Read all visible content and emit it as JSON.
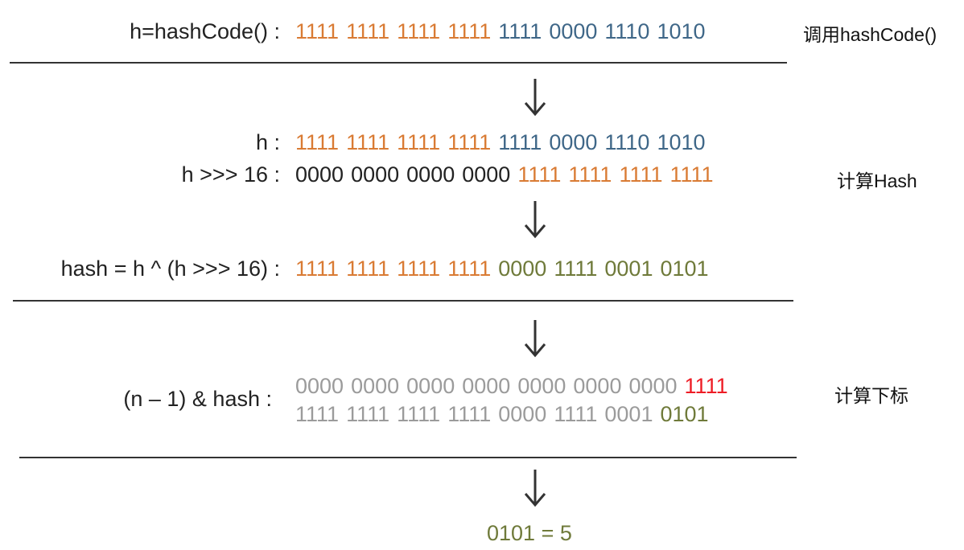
{
  "rows": {
    "hashcode": {
      "label": "h=hashCode() :",
      "groups": [
        {
          "text": "1111",
          "color": "orange"
        },
        {
          "text": "1111",
          "color": "orange"
        },
        {
          "text": "1111",
          "color": "orange"
        },
        {
          "text": "1111",
          "color": "orange"
        },
        {
          "text": "1111",
          "color": "blue"
        },
        {
          "text": "0000",
          "color": "blue"
        },
        {
          "text": "1110",
          "color": "blue"
        },
        {
          "text": "1010",
          "color": "blue"
        }
      ]
    },
    "h": {
      "label": "h :",
      "groups": [
        {
          "text": "1111",
          "color": "orange"
        },
        {
          "text": "1111",
          "color": "orange"
        },
        {
          "text": "1111",
          "color": "orange"
        },
        {
          "text": "1111",
          "color": "orange"
        },
        {
          "text": "1111",
          "color": "blue"
        },
        {
          "text": "0000",
          "color": "blue"
        },
        {
          "text": "1110",
          "color": "blue"
        },
        {
          "text": "1010",
          "color": "blue"
        }
      ]
    },
    "shift": {
      "label": "h >>> 16 :",
      "groups": [
        {
          "text": "0000",
          "color": "black"
        },
        {
          "text": "0000",
          "color": "black"
        },
        {
          "text": "0000",
          "color": "black"
        },
        {
          "text": "0000",
          "color": "black"
        },
        {
          "text": "1111",
          "color": "orange"
        },
        {
          "text": "1111",
          "color": "orange"
        },
        {
          "text": "1111",
          "color": "orange"
        },
        {
          "text": "1111",
          "color": "orange"
        }
      ]
    },
    "hash": {
      "label": "hash = h ^ (h >>> 16) :",
      "groups": [
        {
          "text": "1111",
          "color": "orange"
        },
        {
          "text": "1111",
          "color": "orange"
        },
        {
          "text": "1111",
          "color": "orange"
        },
        {
          "text": "1111",
          "color": "orange"
        },
        {
          "text": "0000",
          "color": "green"
        },
        {
          "text": "1111",
          "color": "green"
        },
        {
          "text": "0001",
          "color": "green"
        },
        {
          "text": "0101",
          "color": "green"
        }
      ]
    },
    "mask": {
      "label": "(n  –  1) & hash :",
      "groups": [
        {
          "text": "0000",
          "color": "gray"
        },
        {
          "text": "0000",
          "color": "gray"
        },
        {
          "text": "0000",
          "color": "gray"
        },
        {
          "text": "0000",
          "color": "gray"
        },
        {
          "text": "0000",
          "color": "gray"
        },
        {
          "text": "0000",
          "color": "gray"
        },
        {
          "text": "0000",
          "color": "gray"
        },
        {
          "text": "1111",
          "color": "red"
        }
      ]
    },
    "hash2": {
      "label": "",
      "groups": [
        {
          "text": "1111",
          "color": "gray"
        },
        {
          "text": "1111",
          "color": "gray"
        },
        {
          "text": "1111",
          "color": "gray"
        },
        {
          "text": "1111",
          "color": "gray"
        },
        {
          "text": "0000",
          "color": "gray"
        },
        {
          "text": "1111",
          "color": "gray"
        },
        {
          "text": "0001",
          "color": "gray"
        },
        {
          "text": "0101",
          "color": "green"
        }
      ]
    }
  },
  "steps": {
    "call": "调用hashCode()",
    "compute_hash": "计算Hash",
    "compute_index": "计算下标"
  },
  "result": "0101 = 5",
  "colors": {
    "orange": "#d97b34",
    "blue": "#3f6788",
    "black": "#222222",
    "green": "#6f7a3a",
    "gray": "#9b9b9b",
    "red": "#ee1c25"
  }
}
